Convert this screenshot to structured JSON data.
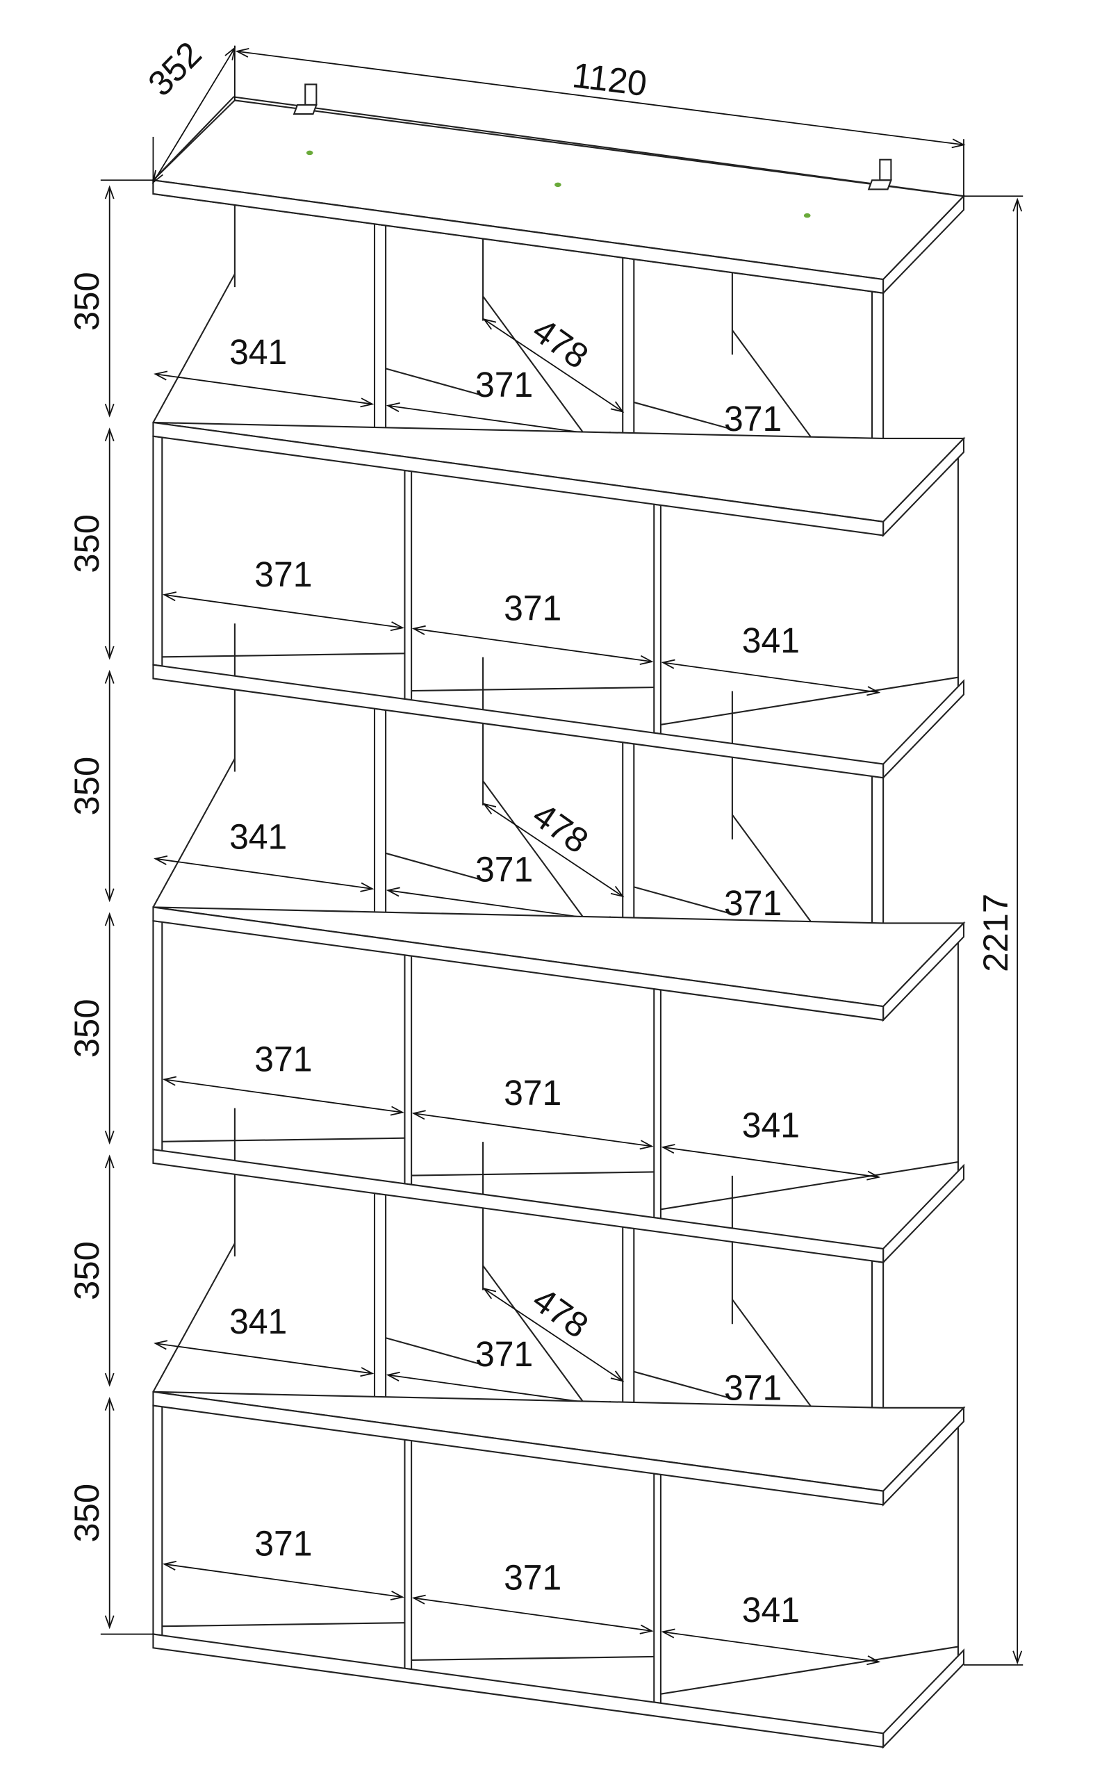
{
  "title": "Shelf unit dimensions drawing",
  "dimensions": {
    "overall_width": "1120",
    "depth": "352",
    "overall_height": "2217"
  },
  "tiers": [
    {
      "height": "350",
      "widths": [
        "341",
        "371",
        "371"
      ],
      "diagonal": "478"
    },
    {
      "height": "350",
      "widths": [
        "371",
        "371",
        "341"
      ]
    },
    {
      "height": "350",
      "widths": [
        "341",
        "371",
        "371"
      ],
      "diagonal": "478"
    },
    {
      "height": "350",
      "widths": [
        "371",
        "371",
        "341"
      ]
    },
    {
      "height": "350",
      "widths": [
        "341",
        "371",
        "371"
      ],
      "diagonal": "478"
    },
    {
      "height": "350",
      "widths": [
        "371",
        "371",
        "341"
      ]
    }
  ],
  "colors": {
    "line": "#222222",
    "mount_dot": "#6aaa3a"
  }
}
